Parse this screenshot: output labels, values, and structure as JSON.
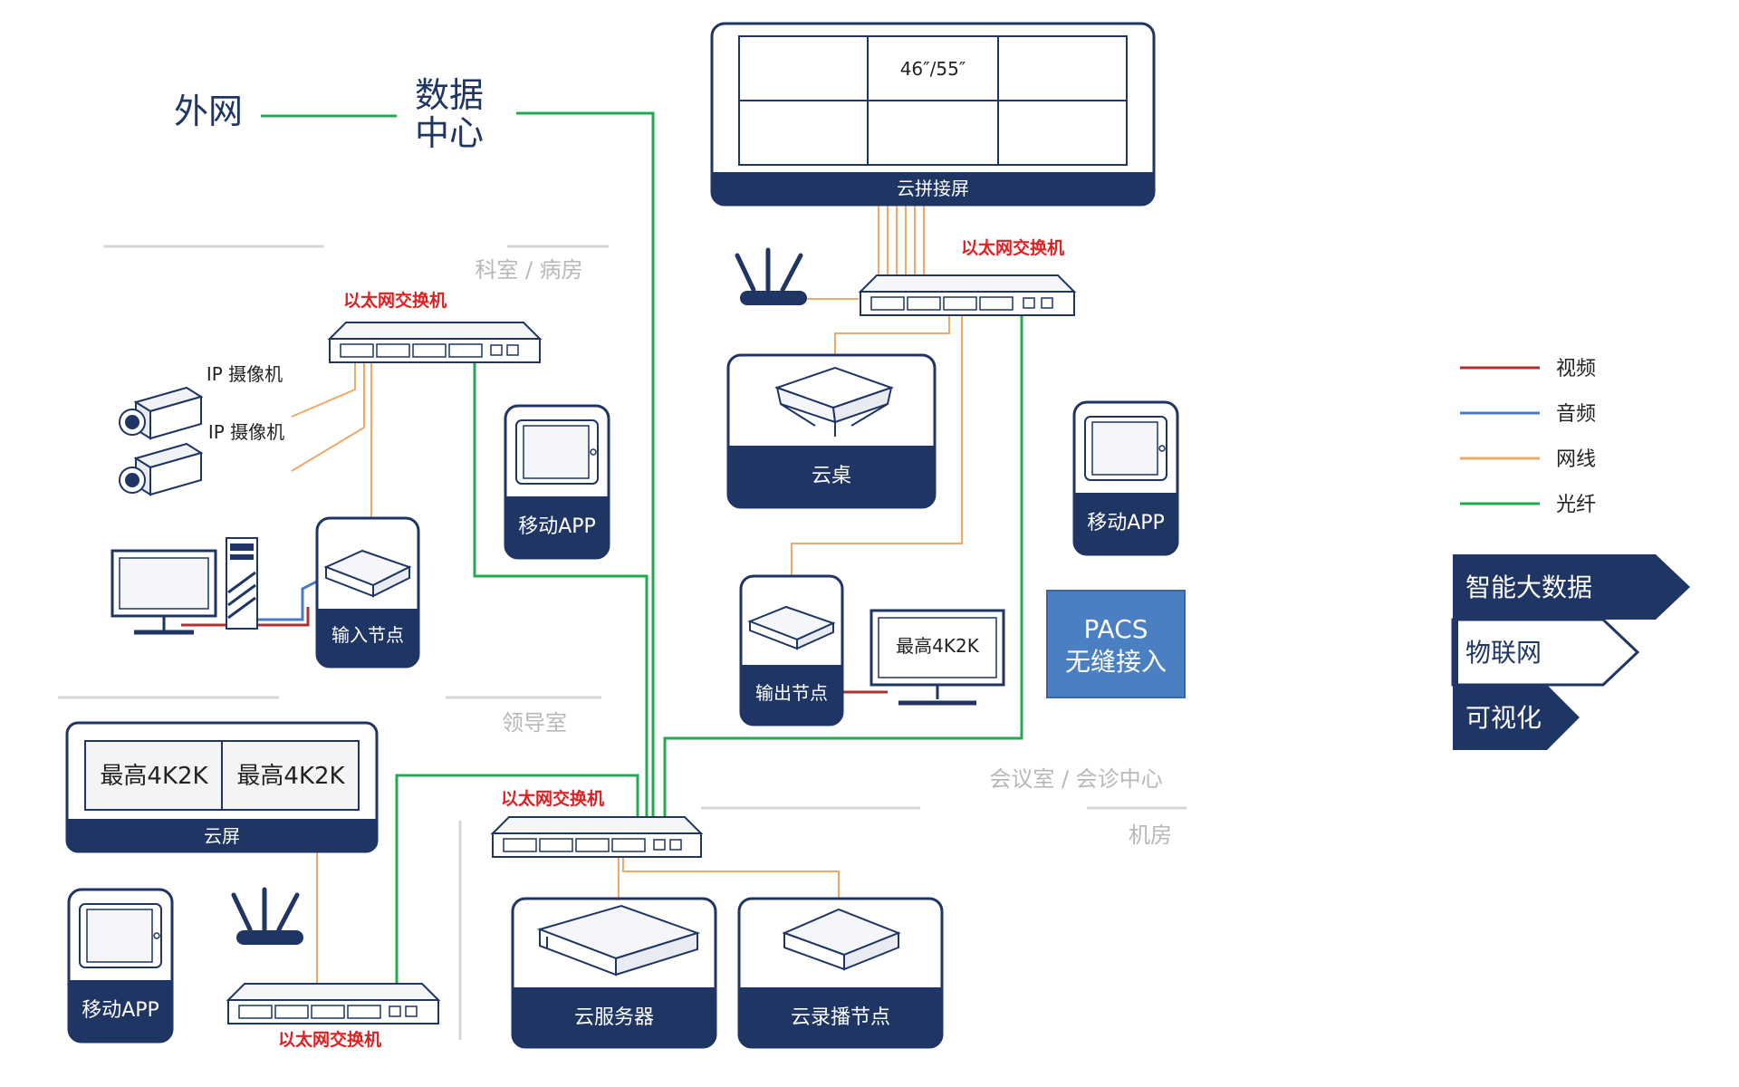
{
  "labels": {
    "external_network": "外网",
    "data_center_line1": "数据",
    "data_center_line2": "中心",
    "video_wall_size": "46″/55″",
    "video_wall": "云拼接屏",
    "switch_label": "以太网交换机",
    "zone_ward": "科室 / 病房",
    "zone_office": "领导室",
    "zone_meeting": "会议室 / 会诊中心",
    "zone_machine": "机房",
    "ip_camera": "IP 摄像机",
    "input_node": "输入节点",
    "output_node": "输出节点",
    "mobile_app": "移动APP",
    "cloud_desk": "云桌",
    "max_4k2k": "最高4K2K",
    "cloud_screen": "云屏",
    "cloud_server": "云服务器",
    "cloud_record": "云录播节点",
    "pacs_line1": "PACS",
    "pacs_line2": "无缝接入"
  },
  "legend": [
    {
      "label": "视频",
      "color": "#b03030"
    },
    {
      "label": "音频",
      "color": "#4a7bc0"
    },
    {
      "label": "网线",
      "color": "#f0a868"
    },
    {
      "label": "光纤",
      "color": "#22aa50"
    }
  ],
  "nav_stack": [
    {
      "label": "智能大数据"
    },
    {
      "label": "物联网"
    },
    {
      "label": "可视化"
    }
  ],
  "colors": {
    "navy": "#1f3564",
    "switch_label": "#e02020",
    "zone_gray": "#b8b8b8",
    "pacs_fill": "#4a7fc1"
  }
}
